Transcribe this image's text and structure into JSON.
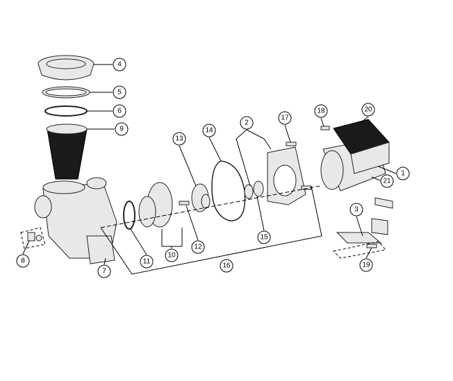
{
  "diagram": {
    "title": "Pump exploded parts view",
    "callouts": [
      {
        "id": "4",
        "label": "4"
      },
      {
        "id": "5",
        "label": "5"
      },
      {
        "id": "6",
        "label": "6"
      },
      {
        "id": "9",
        "label": "9"
      },
      {
        "id": "13",
        "label": "13"
      },
      {
        "id": "14",
        "label": "14"
      },
      {
        "id": "2",
        "label": "2"
      },
      {
        "id": "17",
        "label": "17"
      },
      {
        "id": "18",
        "label": "18"
      },
      {
        "id": "20",
        "label": "20"
      },
      {
        "id": "1",
        "label": "1"
      },
      {
        "id": "21",
        "label": "21"
      },
      {
        "id": "3",
        "label": "3"
      },
      {
        "id": "19",
        "label": "19"
      },
      {
        "id": "15",
        "label": "15"
      },
      {
        "id": "12",
        "label": "12"
      },
      {
        "id": "11",
        "label": "11"
      },
      {
        "id": "10",
        "label": "10"
      },
      {
        "id": "16",
        "label": "16"
      },
      {
        "id": "7",
        "label": "7"
      },
      {
        "id": "8",
        "label": "8"
      }
    ]
  }
}
